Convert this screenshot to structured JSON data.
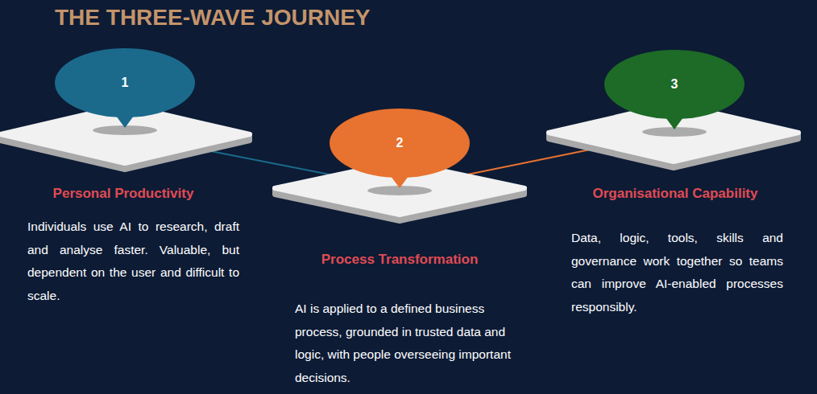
{
  "diagram": {
    "title": "THE THREE-WAVE JOURNEY",
    "nodes": [
      {
        "text": [
          "1",
          "Personal Productivity",
          "Individuals use AI to research, draft and analyse faster. Valuable, but dependent on the user and difficult to scale."
        ]
      },
      {
        "text": [
          "2",
          "Process Transformation",
          "AI is applied to a defined business process, grounded in trusted data and logic, with people overseeing important decisions."
        ]
      },
      {
        "text": [
          "3",
          "Organisational Capability",
          "Data, logic, tools, skills and governance work together so teams can improve AI-enabled processes responsibly."
        ]
      }
    ],
    "edges": [
      {
        "from": 0,
        "to": 1,
        "arrow": "none"
      },
      {
        "from": 1,
        "to": 2,
        "arrow": "none"
      }
    ]
  }
}
